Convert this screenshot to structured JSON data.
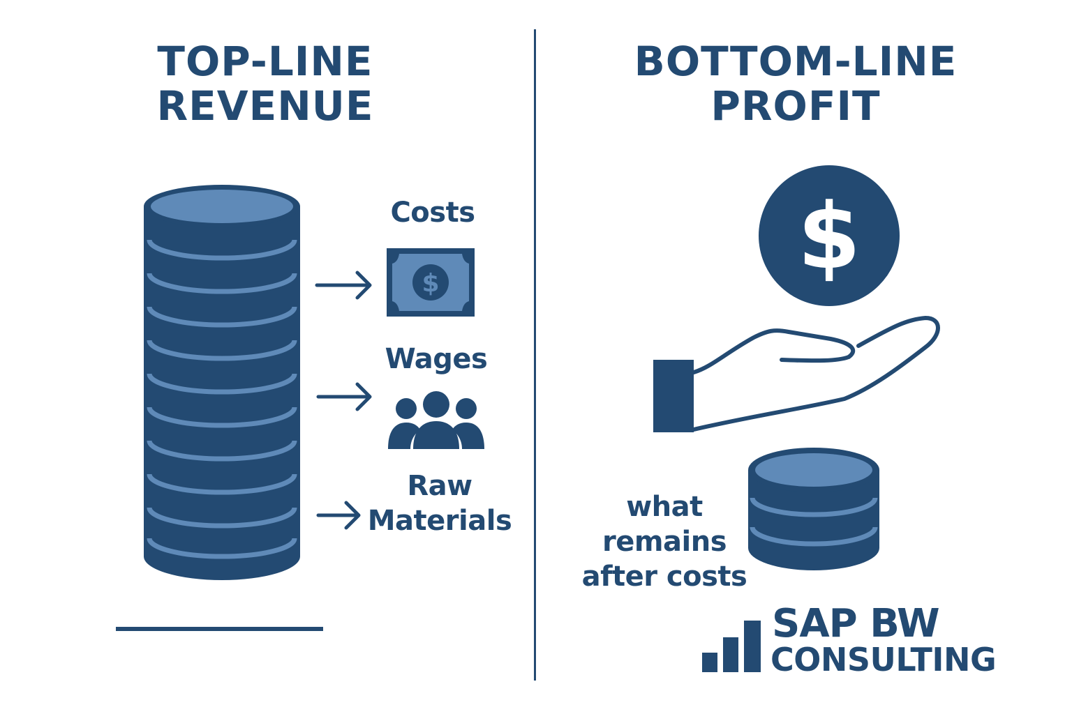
{
  "left": {
    "heading_line1": "TOP-LINE",
    "heading_line2": "REVENUE",
    "items": [
      {
        "label": "Costs",
        "icon": "banknote-icon"
      },
      {
        "label": "Wages",
        "icon": "people-icon"
      },
      {
        "label_line1": "Raw",
        "label_line2": "Materials",
        "icon": "none"
      }
    ]
  },
  "right": {
    "heading_line1": "BOTTOM-LINE",
    "heading_line2": "PROFIT",
    "caption_line1": "what",
    "caption_line2": "remains",
    "caption_line3": "after costs",
    "icons": [
      "dollar-coin-icon",
      "open-hand-icon",
      "coin-stack-icon"
    ]
  },
  "logo": {
    "title": "SAP BW",
    "subtitle": "CONSULTING",
    "icon": "bar-chart-icon"
  },
  "colors": {
    "primary": "#234a72",
    "light": "#5f8ab8",
    "background": "#ffffff"
  }
}
